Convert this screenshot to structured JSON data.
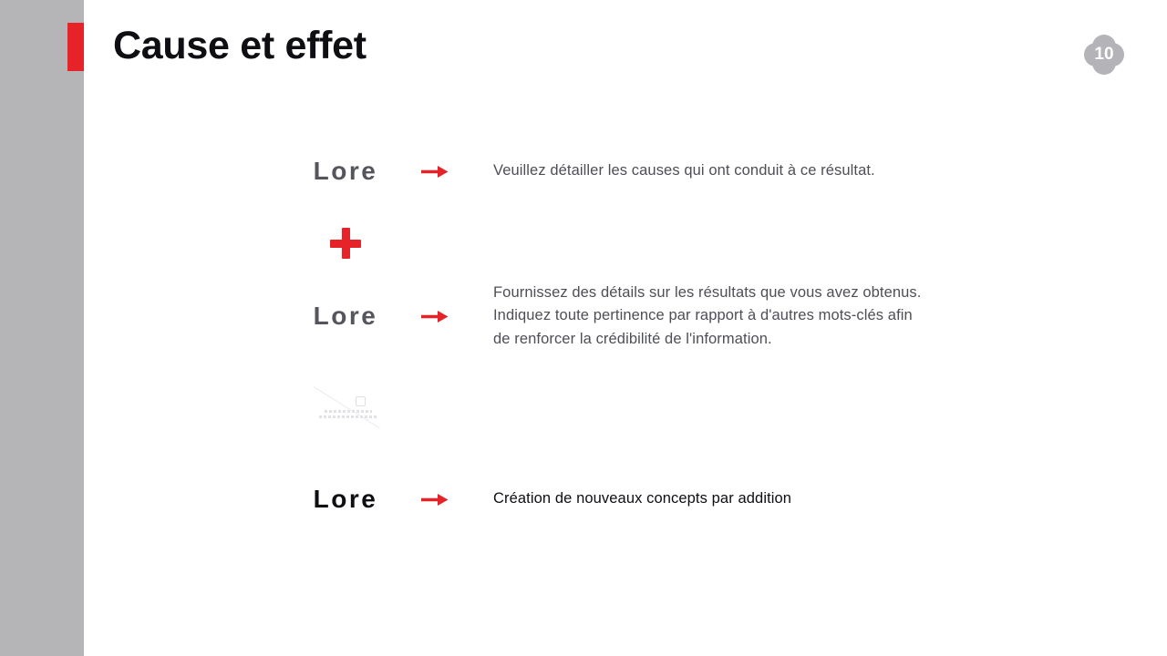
{
  "slide": {
    "title": "Cause et effet",
    "page_number": "10"
  },
  "rows": [
    {
      "label": "Lore",
      "tone": "gray",
      "lines": [
        "Veuillez détailler les causes qui ont conduit à ce résultat."
      ]
    },
    {
      "label": "Lore",
      "tone": "gray",
      "lines": [
        "Fournissez des détails sur les résultats que vous avez obtenus.",
        "Indiquez toute pertinence par rapport à d'autres mots-clés afin",
        "de renforcer la crédibilité de l'information."
      ]
    },
    {
      "label": "Lore",
      "tone": "black",
      "lines": [
        "Création de nouveaux concepts par addition"
      ]
    }
  ],
  "icons": {
    "arrow": "right-arrow-icon",
    "operator": "plus-icon",
    "page_badge_shape": "four-petal-clover",
    "watermark": "watermark-logo"
  },
  "colors": {
    "accent_red": "#e62328",
    "sidebar_gray": "#b5b5b7",
    "badge_gray": "#b4b4b8",
    "label_gray": "#55555e",
    "text_gray": "#4e4e56",
    "text_black": "#0e0e13"
  }
}
